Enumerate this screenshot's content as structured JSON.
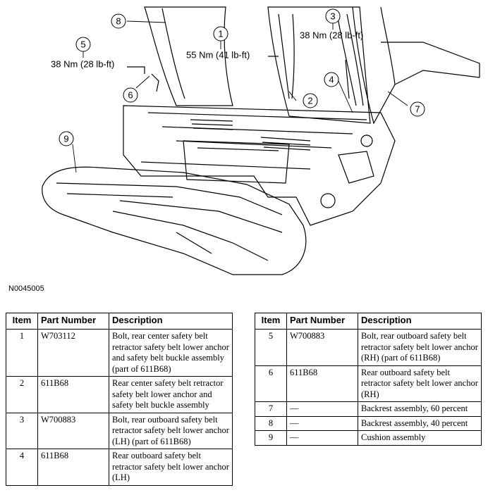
{
  "figure": {
    "figure_id": "N0045005",
    "callouts": {
      "c1": "1",
      "c2": "2",
      "c3": "3",
      "c4": "4",
      "c5": "5",
      "c6": "6",
      "c7": "7",
      "c8": "8",
      "c9": "9"
    },
    "torque_labels": {
      "t1": "55 Nm (41 lb-ft)",
      "t3": "38 Nm (28 lb-ft)",
      "t5": "38 Nm (28 lb-ft)"
    }
  },
  "table_headers": {
    "item": "Item",
    "part_number": "Part Number",
    "description": "Description"
  },
  "parts_left": [
    {
      "item": "1",
      "part_number": "W703112",
      "description": "Bolt, rear center safety belt retractor safety belt lower anchor and safety belt buckle assembly (part of 611B68)"
    },
    {
      "item": "2",
      "part_number": "611B68",
      "description": "Rear center safety belt retractor safety belt lower anchor and safety belt buckle assembly"
    },
    {
      "item": "3",
      "part_number": "W700883",
      "description": "Bolt, rear outboard safety belt retractor safety belt lower anchor (LH) (part of 611B68)"
    },
    {
      "item": "4",
      "part_number": "611B68",
      "description": "Rear outboard safety belt retractor safety belt lower anchor (LH)"
    }
  ],
  "parts_right": [
    {
      "item": "5",
      "part_number": "W700883",
      "description": "Bolt, rear outboard safety belt retractor safety belt lower anchor (RH) (part of 611B68)"
    },
    {
      "item": "6",
      "part_number": "611B68",
      "description": "Rear outboard safety belt retractor safety belt lower anchor (RH)"
    },
    {
      "item": "7",
      "part_number": "—",
      "description": "Backrest assembly, 60 percent"
    },
    {
      "item": "8",
      "part_number": "—",
      "description": "Backrest assembly, 40 percent"
    },
    {
      "item": "9",
      "part_number": "—",
      "description": "Cushion assembly"
    }
  ]
}
